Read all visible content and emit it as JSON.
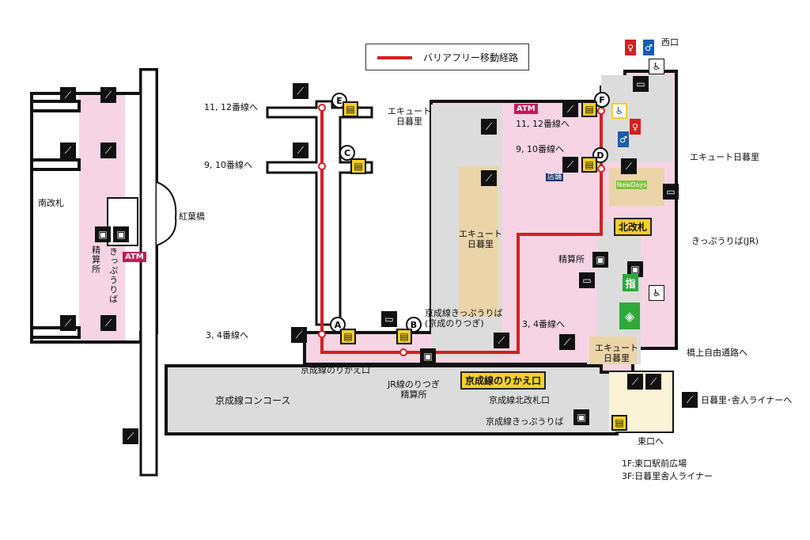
{
  "legend": {
    "route_label": "バリアフリー移動経路",
    "route_color": "#d42020"
  },
  "colors": {
    "concourse_pink": "#f6d4e4",
    "shop_tan": "#ebd4a8",
    "gray_area": "#dcdcdc",
    "elevator_yellow": "#f6cf2b"
  },
  "points": {
    "a": "A",
    "b": "B",
    "c": "C",
    "d": "D",
    "e": "E",
    "f": "F"
  },
  "labels": {
    "west_exit": "西口",
    "ecute_top": "エキュート\n日暮里",
    "ecute_mid": "エキュート\n日暮里",
    "ecute_right": "エキュート日暮里",
    "ecute_bottom": "エキュート\n日暮里",
    "platform_11_12_left": "11, 12番線へ",
    "platform_9_10_left": "9, 10番線へ",
    "platform_3_4_left": "3, 4番線へ",
    "platform_11_12_right": "11, 12番線へ",
    "platform_9_10_right": "9, 10番線へ",
    "platform_3_4_right": "3, 4番線へ",
    "south_gate": "南改札",
    "koyo_bridge": "紅葉橋",
    "seisan_left": "精算所",
    "kippu_left": "きっぷうりば",
    "north_gate": "北改札",
    "seisan_right": "精算所",
    "kippu_jr": "きっぷうりば(JR)",
    "keisei_kippu": "京成線きっぷうりば\n(京成のりつぎ)",
    "keisei_transfer_a": "京成線のりかえ口",
    "keisei_transfer_b": "京成線のりかえ口",
    "jr_transfer_seisan": "JR線のりつぎ\n精算所",
    "keisei_concourse": "京成線コンコース",
    "keisei_north_gate": "京成線北改札口",
    "keisei_kippu_bottom": "京成線きっぷうりば",
    "bridge_passage": "橋上自由通路へ",
    "liner": "日暮里･舎人ライナーへ",
    "east_exit": "東口へ",
    "floor_note_1": "1F:東口駅前広場",
    "floor_note_2": "3F:日暮里舎人ライナー",
    "shop": "店舗",
    "newdays": "NewDays",
    "ticket_guide": "指",
    "atm": "ATM"
  },
  "icons": [
    "escalator-icon",
    "stairs-icon",
    "elevator-icon",
    "wheelchair-icon",
    "restroom-icon",
    "ticket-machine-icon",
    "atm-icon"
  ]
}
